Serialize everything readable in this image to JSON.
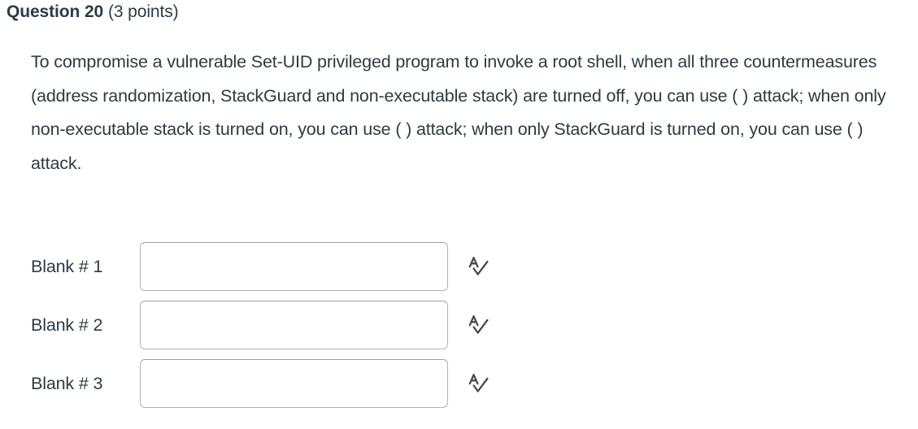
{
  "question": {
    "title": "Question 20",
    "points": "(3 points)",
    "body": "To compromise a vulnerable Set-UID privileged program to invoke a root shell, when all three countermeasures (address randomization, StackGuard and non-executable stack) are turned off, you can use ( ) attack; when only non-executable stack is turned on, you can use ( ) attack; when only StackGuard is turned on, you can use ( ) attack."
  },
  "blanks": [
    {
      "label": "Blank # 1",
      "value": "",
      "placeholder": "",
      "icon": "spellcheck-icon"
    },
    {
      "label": "Blank # 2",
      "value": "",
      "placeholder": "",
      "icon": "spellcheck-icon"
    },
    {
      "label": "Blank # 3",
      "value": "",
      "placeholder": "",
      "icon": "spellcheck-icon"
    }
  ],
  "colors": {
    "text": "#2d3b45",
    "input_border": "#b0b3b5",
    "icon": "#4a4a4a",
    "background": "#ffffff"
  }
}
